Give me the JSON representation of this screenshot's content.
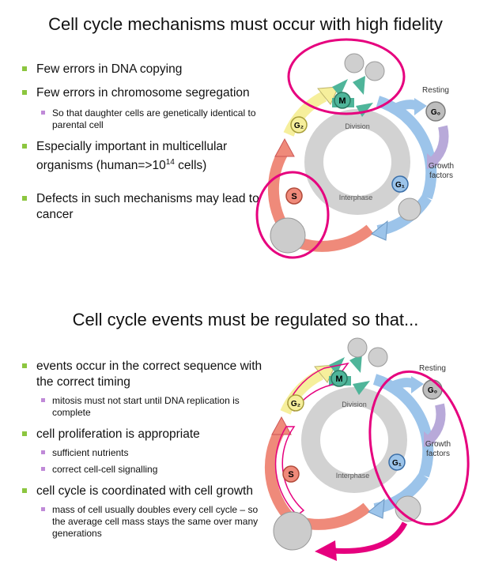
{
  "slide1": {
    "title": "Cell cycle mechanisms must occur with high fidelity",
    "bullets": [
      {
        "text": "Few errors in DNA  copying"
      },
      {
        "text": "Few errors in chromosome segregation"
      },
      {
        "sub": "So that daughter cells are genetically identical to parental cell"
      },
      {
        "text_pre": "Especially important in multicellular organisms (human=>10",
        "sup": "14",
        "text_post": " cells)"
      },
      {
        "text": "Defects in such mechanisms may lead to cancer"
      }
    ]
  },
  "slide2": {
    "title": "Cell cycle events must be regulated so that...",
    "bullets": [
      {
        "text": "events occur  in the correct sequence with the correct timing"
      },
      {
        "sub": "mitosis must not start until DNA replication is complete"
      },
      {
        "text": "cell proliferation is appropriate"
      },
      {
        "sub": "sufficient nutrients"
      },
      {
        "sub": "correct cell-cell signalling"
      },
      {
        "text": "cell cycle is coordinated with cell growth"
      },
      {
        "sub": "mass of cell usually doubles every cell cycle – so the average cell mass stays the same over many generations"
      }
    ]
  },
  "diagram": {
    "resting": "Resting",
    "g0": "G₀",
    "growth_factors": "Growth factors",
    "division": "Division",
    "interphase": "Interphase",
    "m": "M",
    "g2": "G₂",
    "s": "S",
    "g1": "G₁"
  },
  "colors": {
    "highlight": "#e6007e",
    "bullet": "#8cc63f",
    "sub_bullet": "#c08ad8",
    "m_phase": "#4fb59a",
    "g2_phase": "#f6ef9c",
    "s_phase": "#ef8a7a",
    "g1_phase": "#9cc4ea",
    "g0_arrow": "#b8a9d9"
  }
}
